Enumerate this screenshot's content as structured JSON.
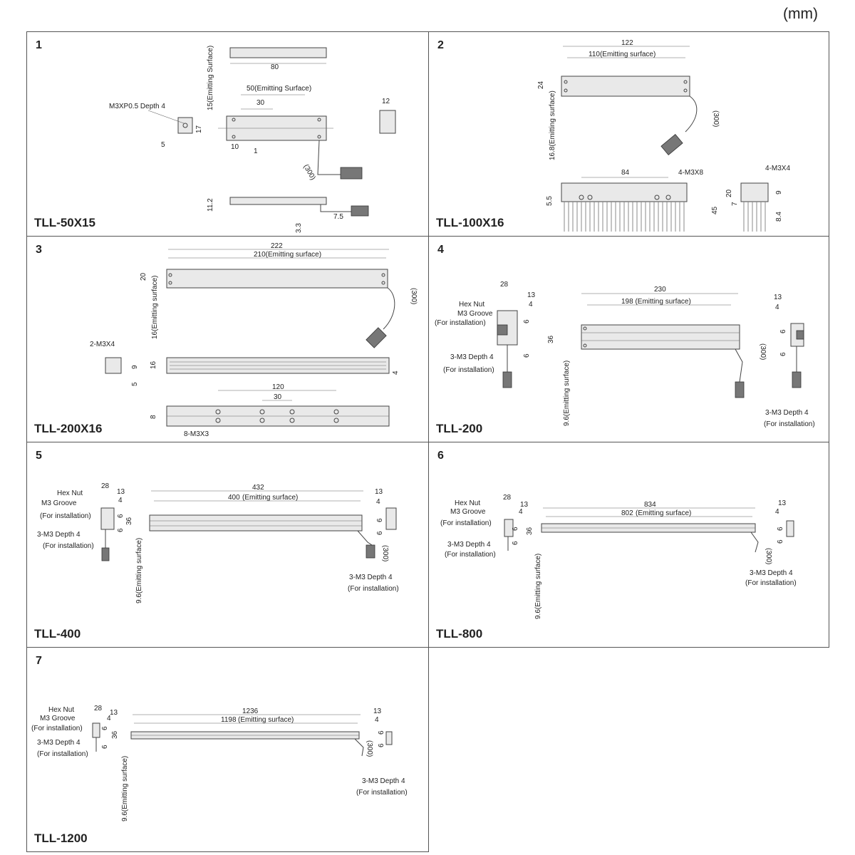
{
  "unit_label": "(mm)",
  "panels": [
    {
      "number": "1",
      "model": "TLL-50X15",
      "dims": {
        "top_width": "80",
        "emit_length": "50(Emitting Surface)",
        "spacing": "30",
        "emit_height": "15(Emitting Surface)",
        "thread": "M3XP0.5 Depth 4",
        "side_height": "17",
        "side_offset": "5",
        "end_width": "12",
        "mount_offset": "10",
        "small_gap": "1",
        "cable": "(300)",
        "profile_height": "11.2",
        "bottom_gap": "3.3",
        "connector_offset": "7.5"
      }
    },
    {
      "number": "2",
      "model": "TLL-100X16",
      "dims": {
        "total_length": "122",
        "emit_length": "110(Emitting surface)",
        "height": "24",
        "emit_height": "16.8(Emitting surface)",
        "cable": "(300)",
        "hole_spacing": "84",
        "holes_front": "4-M3X8",
        "front_offset": "5.5",
        "holes_side": "4-M3X4",
        "side_20": "20",
        "side_7": "7",
        "side_9": "9",
        "side_45": "45",
        "side_84": "8.4"
      }
    },
    {
      "number": "3",
      "model": "TLL-200X16",
      "dims": {
        "total_length": "222",
        "emit_length": "210(Emitting surface)",
        "height": "20",
        "emit_height": "16(Emitting surface)",
        "cable": "(300)",
        "holes_side": "2-M3X4",
        "side_9": "9",
        "side_5": "5",
        "profile_16": "16",
        "profile_4": "4",
        "hole_span": "120",
        "hole_pitch": "30",
        "bottom_8": "8",
        "holes_bottom": "8-M3X3"
      }
    },
    {
      "number": "4",
      "model": "TLL-200",
      "dims": {
        "total_length": "230",
        "emit_length": "198 (Emitting surface)",
        "height": "36",
        "emit_height": "9.6(Emitting surface)",
        "left_28": "28",
        "left_13": "13",
        "left_4": "4",
        "left_6a": "6",
        "left_6b": "6",
        "right_13": "13",
        "right_4": "4",
        "right_6a": "6",
        "right_6b": "6",
        "hex_nut": "Hex Nut",
        "groove": "M3 Groove",
        "for_install": "(For installation)",
        "depth_left": "3-M3 Depth 4",
        "for_install_left": "(For installation)",
        "depth_right": "3-M3 Depth 4",
        "for_install_right": "(For installation)",
        "cable": "(300)"
      }
    },
    {
      "number": "5",
      "model": "TLL-400",
      "dims": {
        "total_length": "432",
        "emit_num": "400",
        "emit_text": "(Emitting surface)",
        "height": "36",
        "emit_height": "9.6(Emitting surface)",
        "left_28": "28",
        "left_13": "13",
        "left_4": "4",
        "left_6a": "6",
        "left_6b": "6",
        "right_13": "13",
        "right_4": "4",
        "right_6a": "6",
        "right_6b": "6",
        "hex_nut": "Hex Nut",
        "groove": "M3 Groove",
        "for_install": "(For installation)",
        "depth_left": "3-M3 Depth 4",
        "for_install_left": "(For installation)",
        "depth_right": "3-M3 Depth 4",
        "for_install_right": "(For installation)",
        "cable": "(300)"
      }
    },
    {
      "number": "6",
      "model": "TLL-800",
      "dims": {
        "total_length": "834",
        "emit_num": "802",
        "emit_text": "(Emitting surface)",
        "height": "36",
        "emit_height": "9.6(Emitting surface)",
        "left_28": "28",
        "left_13": "13",
        "left_4": "4",
        "left_6a": "6",
        "left_6b": "6",
        "right_13": "13",
        "right_4": "4",
        "right_6a": "6",
        "right_6b": "6",
        "hex_nut": "Hex Nut",
        "groove": "M3 Groove",
        "for_install": "(For installation)",
        "depth_left": "3-M3 Depth 4",
        "for_install_left": "(For installation)",
        "depth_right": "3-M3 Depth 4",
        "for_install_right": "(For installation)",
        "cable": "(300)"
      }
    },
    {
      "number": "7",
      "model": "TLL-1200",
      "dims": {
        "total_length": "1236",
        "emit_num": "1198",
        "emit_text": "(Emitting surface)",
        "height": "36",
        "emit_height": "9.6(Emitting surface)",
        "left_28": "28",
        "left_13": "13",
        "left_4": "4",
        "left_6a": "6",
        "left_6b": "6",
        "right_13": "13",
        "right_4": "4",
        "right_6a": "6",
        "right_6b": "6",
        "hex_nut": "Hex Nut",
        "groove": "M3 Groove",
        "for_install": "(For installation)",
        "depth_left": "3-M3 Depth 4",
        "for_install_left": "(For installation)",
        "depth_right": "3-M3 Depth 4",
        "for_install_right": "(For installation)",
        "cable": "(300)"
      }
    }
  ]
}
